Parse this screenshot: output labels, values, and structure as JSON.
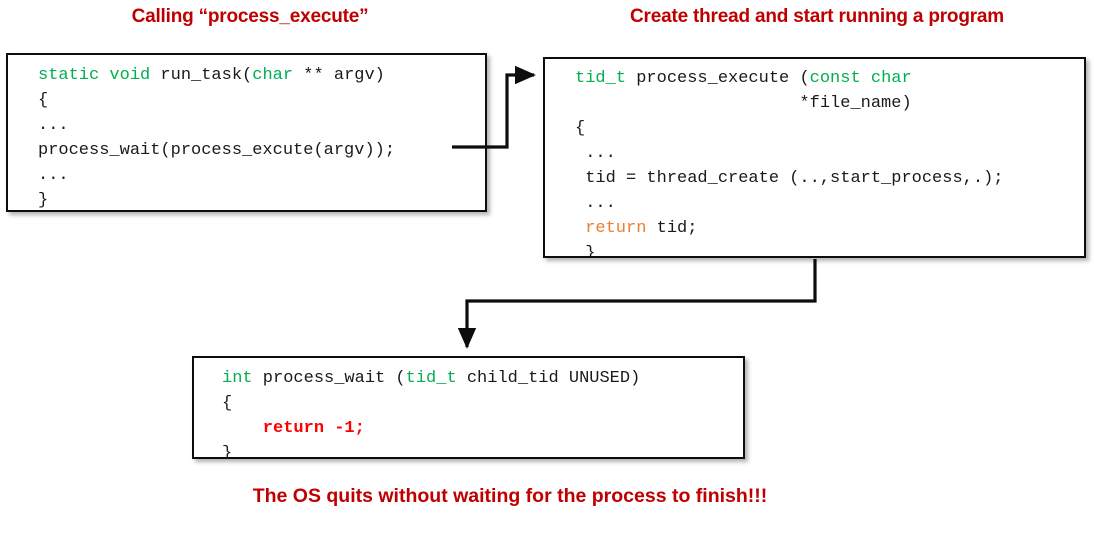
{
  "headings": {
    "left": "Calling “process_execute”",
    "right": "Create thread and start running a program"
  },
  "footer_note": "The OS quits without waiting for the process to finish!!!",
  "colors": {
    "heading_red": "#C00000",
    "keyword_green": "#00B050",
    "return_orange": "#ED7D31",
    "error_red": "#FF0000",
    "box_border": "#0D0D0D",
    "background": "#FFFFFF"
  },
  "boxes": {
    "run_task": {
      "title": "run_task code block",
      "lines": [
        {
          "segments": [
            {
              "text": "static void ",
              "style": "kw-type"
            },
            {
              "text": "run_task(",
              "style": "plain"
            },
            {
              "text": "char",
              "style": "kw-type"
            },
            {
              "text": " ** argv)",
              "style": "plain"
            }
          ]
        },
        {
          "segments": [
            {
              "text": "{",
              "style": "plain"
            }
          ]
        },
        {
          "segments": [
            {
              "text": "...",
              "style": "plain"
            }
          ]
        },
        {
          "segments": [
            {
              "text": "process_wait(process_excute(argv));",
              "style": "plain"
            }
          ]
        },
        {
          "segments": [
            {
              "text": "...",
              "style": "plain"
            }
          ]
        },
        {
          "segments": [
            {
              "text": "}",
              "style": "plain"
            }
          ]
        }
      ]
    },
    "process_execute": {
      "title": "process_execute code block",
      "lines": [
        {
          "segments": [
            {
              "text": "tid_t",
              "style": "kw-type"
            },
            {
              "text": " process_execute (",
              "style": "plain"
            },
            {
              "text": "const char",
              "style": "kw-type"
            }
          ]
        },
        {
          "segments": [
            {
              "text": "                      *file_name)",
              "style": "plain"
            }
          ]
        },
        {
          "segments": [
            {
              "text": "{",
              "style": "plain"
            }
          ]
        },
        {
          "segments": [
            {
              "text": " ...",
              "style": "plain"
            }
          ]
        },
        {
          "segments": [
            {
              "text": " tid = thread_create (..,start_process,.);",
              "style": "plain"
            }
          ]
        },
        {
          "segments": [
            {
              "text": " ...",
              "style": "plain"
            }
          ]
        },
        {
          "segments": [
            {
              "text": " return",
              "style": "kw-ret"
            },
            {
              "text": " tid;",
              "style": "plain"
            }
          ]
        },
        {
          "segments": [
            {
              "text": " }",
              "style": "plain"
            }
          ]
        }
      ]
    },
    "process_wait": {
      "title": "process_wait code block",
      "lines": [
        {
          "segments": [
            {
              "text": "int",
              "style": "kw-type"
            },
            {
              "text": " process_wait (",
              "style": "plain"
            },
            {
              "text": "tid_t",
              "style": "kw-type"
            },
            {
              "text": " child_tid UNUSED)",
              "style": "plain"
            }
          ]
        },
        {
          "segments": [
            {
              "text": "{",
              "style": "plain"
            }
          ]
        },
        {
          "segments": [
            {
              "text": "    return -1;",
              "style": "err-ret"
            }
          ]
        },
        {
          "segments": [
            {
              "text": "}",
              "style": "plain"
            }
          ]
        }
      ]
    }
  },
  "connectors": [
    {
      "name": "run-task-to-process-execute",
      "from": "run_task",
      "to": "process_execute"
    },
    {
      "name": "process-execute-to-process-wait",
      "from": "process_execute",
      "to": "process_wait"
    }
  ]
}
